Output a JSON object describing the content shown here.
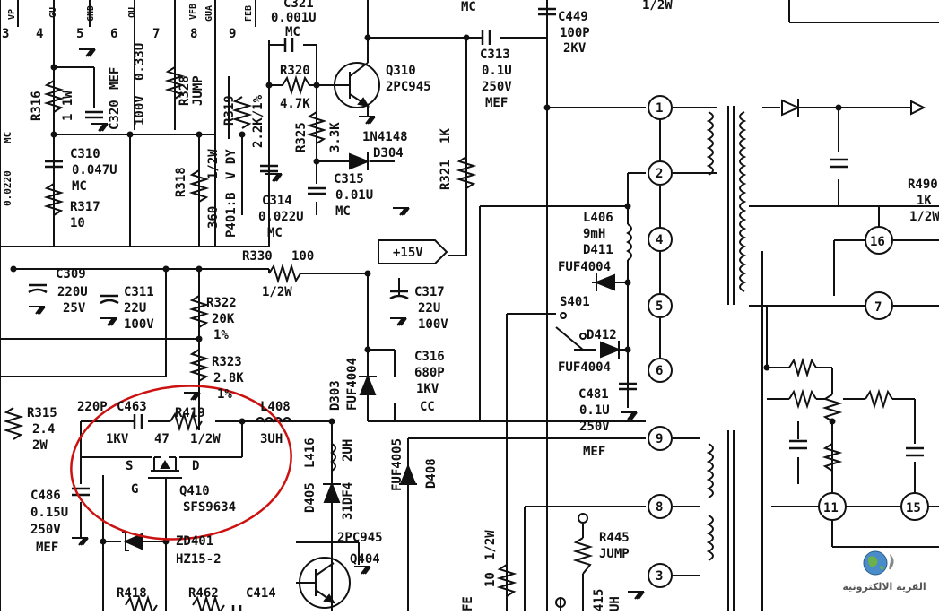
{
  "pins": {
    "p3": "3",
    "p4": "4",
    "p5": "5",
    "p6": "6",
    "p7": "7",
    "p8": "8",
    "p9": "9",
    "top_vp": "VP",
    "top_gu": "GU",
    "top_gnd": "GND",
    "top_out": "OU",
    "top_vfb": "VFB",
    "top_gua": "GUA",
    "top_feb": "FEB"
  },
  "labels": {
    "c321": "C321",
    "c321_val": "0.001U",
    "c321_type": "MC",
    "mc_top": "MC",
    "c449": "C449",
    "c449_val": "100P",
    "c449_v": "2KV",
    "w12_top": "1/2W",
    "q310": "Q310",
    "q310_type": "2PC945",
    "c313": "C313",
    "c313_val": "0.1U",
    "c313_v": "250V",
    "c313_type": "MEF",
    "r320": "R320",
    "r320_val": "4.7K",
    "r316": "R316",
    "r316_val": "1 1W",
    "mef_left": "MEF",
    "c320": "C320",
    "v033": "0.33U",
    "v100": "100V",
    "r328": "R328",
    "jump1": "JUMP",
    "r319": "R319",
    "r319_val": "2.2K/1%",
    "r325": "R325",
    "r325_val": "3.3K",
    "d304_type": "1N4148",
    "d304": "D304",
    "r321": "R321",
    "r321_val": "1K",
    "c310": "C310",
    "c310_val": "0.047U",
    "c310_type": "MC",
    "r318": "R318",
    "r318_val": "1/2W",
    "r318_v": "360",
    "r318_vdy": "V DY",
    "p401": "P401:B",
    "c315": "C315",
    "c315_val": "0.01U",
    "c315_type": "MC",
    "c314": "C314",
    "c314_val": "0.022U",
    "c314_type": "MC",
    "r317": "R317",
    "r317_val": "10",
    "mc_left": "MC",
    "v0022": "0.0220",
    "plus15v": "+15V",
    "l406": "L406",
    "l406_val": "9mH",
    "d411": "D411",
    "d411_type": "FUF4004",
    "r330": "R330",
    "r330_val": "100",
    "r330_w": "1/2W",
    "c309": "C309",
    "c309_val": "220U",
    "c309_v": "25V",
    "c311": "C311",
    "c311_val": "22U",
    "c311_v": "100V",
    "c317": "C317",
    "c317_val": "22U",
    "c317_v": "100V",
    "s401": "S401",
    "r322": "R322",
    "r322_val": "20K",
    "r322_tol": "1%",
    "d412": "D412",
    "d412_type": "FUF4004",
    "d303": "D303",
    "d303_type": "FUF4004",
    "c316": "C316",
    "c316_val": "680P",
    "c316_v": "1KV",
    "c316_type": "CC",
    "r323": "R323",
    "r323_val": "2.8K",
    "r323_tol": "1%",
    "c481": "C481",
    "c481_val": "0.1U",
    "c481_v": "250V",
    "c481_type": "MEF",
    "r315": "R315",
    "r315_val": "2.4",
    "r315_w": "2W",
    "c463_cap": "220P",
    "c463": "C463",
    "c463_v": "1KV",
    "r419": "R419",
    "r419_val": "47",
    "r419_w": "1/2W",
    "l408": "L408",
    "l408_val": "3UH",
    "l416": "L416",
    "l416_val": "2UH",
    "s": "S",
    "d": "D",
    "g": "G",
    "q410": "Q410",
    "q410_type": "SFS9634",
    "c486": "C486",
    "c486_val": "0.15U",
    "c486_v": "250V",
    "c486_type": "MEF",
    "d405": "D405",
    "d405_type": "31DF4",
    "d408": "D408",
    "d408_type": "FUF4005",
    "zd401": "ZD401",
    "zd401_type": "HZ15-2",
    "q404_type": "2PC945",
    "q404": "Q404",
    "r445": "R445",
    "r445_type": "JUMP",
    "r418": "R418",
    "r462": "R462",
    "c414": "C414",
    "r490": "R490",
    "r490_val": "1K",
    "r490_w": "1/2W",
    "bot_10": "10",
    "bot_12w": "1/2W",
    "bot_fe": "FE",
    "bot_415": "415",
    "bot_uh": "UH"
  },
  "transformer_pins": [
    "1",
    "2",
    "4",
    "5",
    "6",
    "9",
    "8",
    "3"
  ],
  "right_pins": [
    "16",
    "7",
    "11",
    "15"
  ],
  "watermark": {
    "text": "القرية الالكترونية"
  },
  "colors": {
    "ink": "#111111",
    "highlight_circle": "#cc1111"
  }
}
